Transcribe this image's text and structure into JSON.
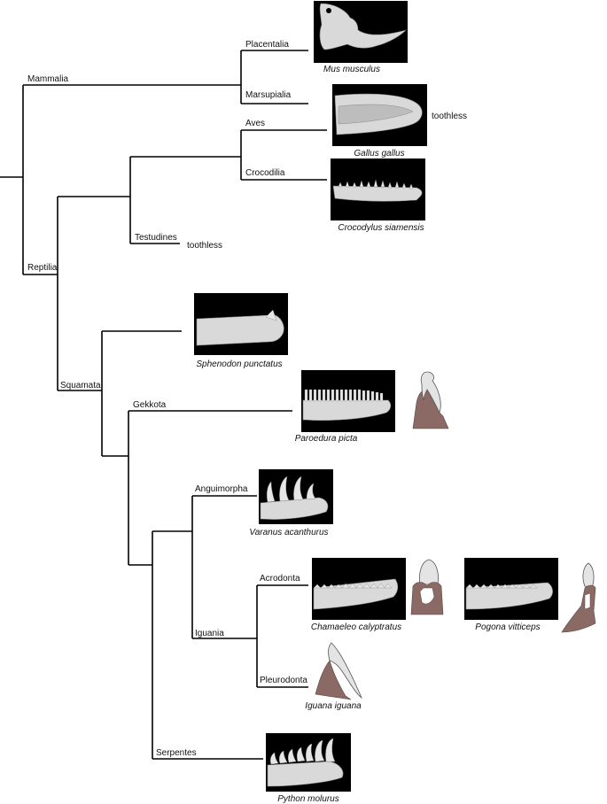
{
  "clades": {
    "mammalia": "Mammalia",
    "placentalia": "Placentalia",
    "marsupialia": "Marsupialia",
    "aves": "Aves",
    "crocodilia": "Crocodilia",
    "testudines": "Testudines",
    "reptilia": "Reptilia",
    "squamata": "Squamata",
    "gekkota": "Gekkota",
    "anguimorpha": "Anguimorpha",
    "acrodonta": "Acrodonta",
    "iguania": "Iguania",
    "pleurodonta": "Pleurodonta",
    "serpentes": "Serpentes"
  },
  "species": {
    "mus": "Mus musculus",
    "gallus": "Gallus gallus",
    "crocodylus": "Crocodylus siamensis",
    "sphenodon": "Sphenodon punctatus",
    "paroedura": "Paroedura picta",
    "varanus": "Varanus acanthurus",
    "chamaeleo": "Chamaeleo calyptratus",
    "pogona": "Pogona vitticeps",
    "iguana": "Iguana iguana",
    "python": "Python molurus"
  },
  "notes": {
    "toothless_gallus": "toothless",
    "toothless_testudines": "toothless"
  },
  "colors": {
    "branch": "#000000",
    "photo_background": "#000000",
    "bone_section": "#8b6a66"
  }
}
